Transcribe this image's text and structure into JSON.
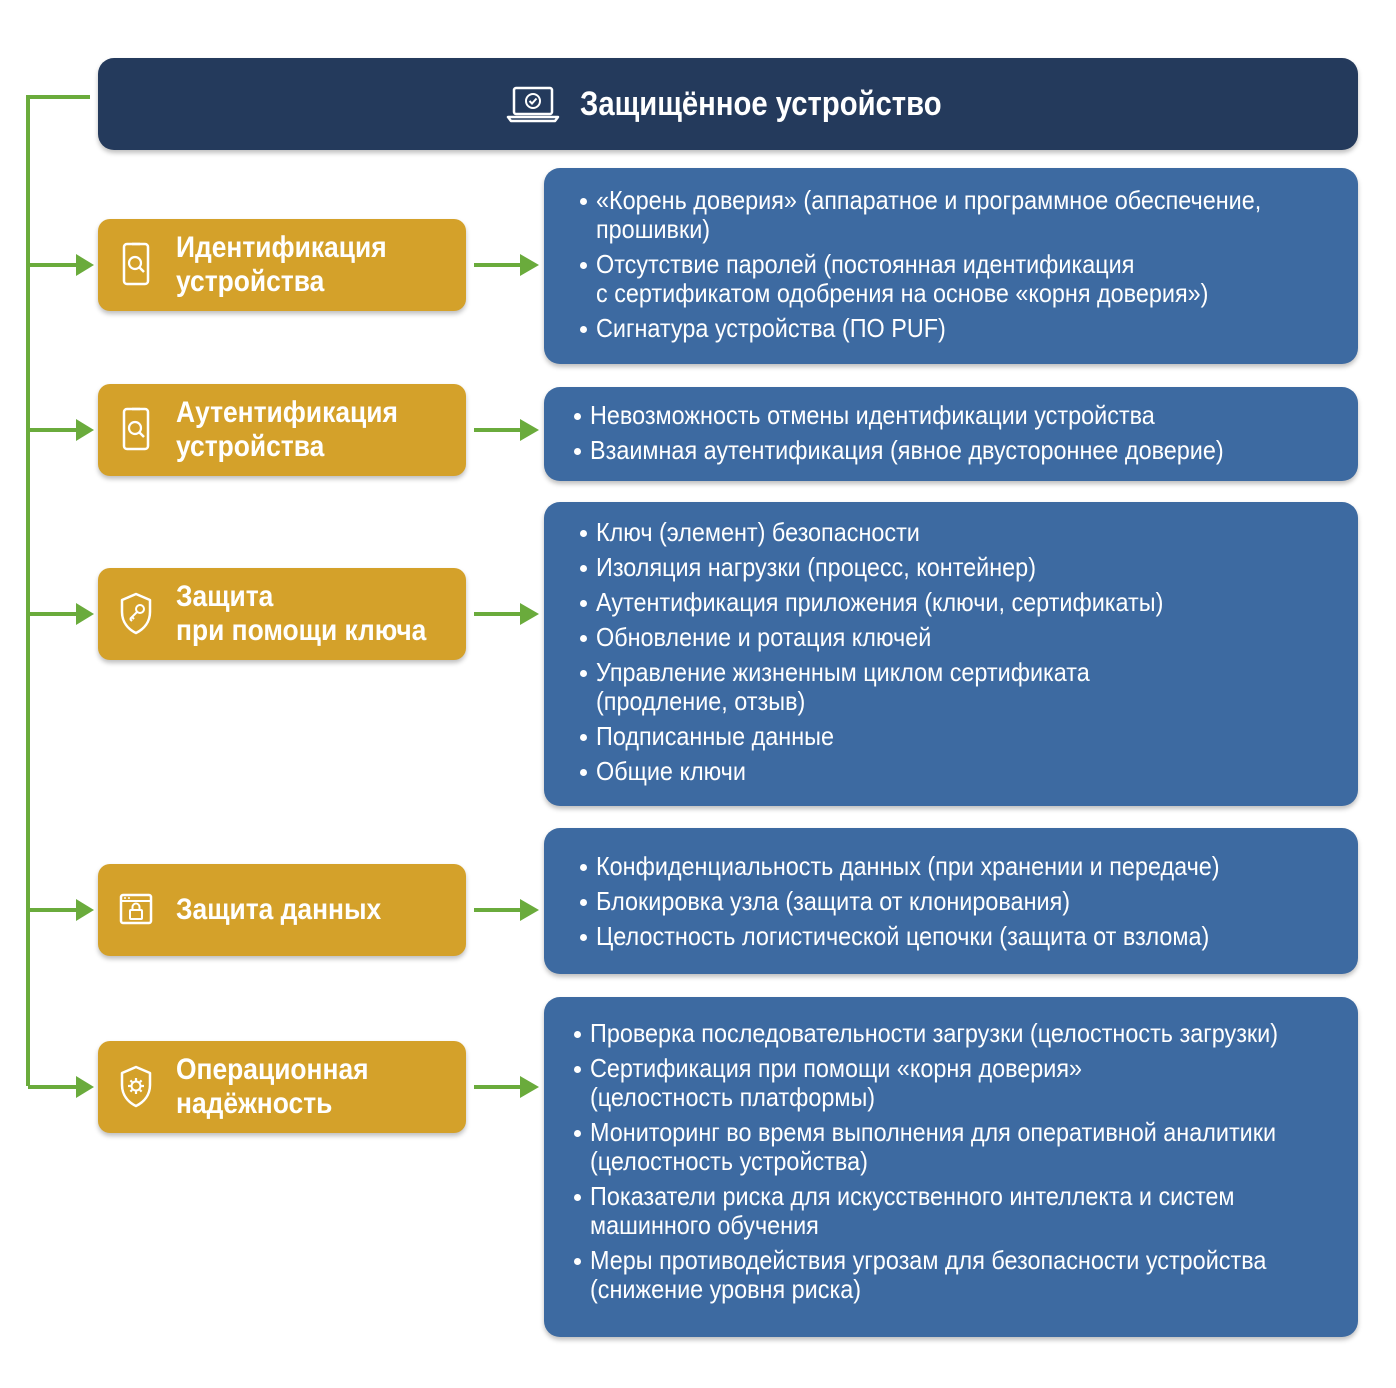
{
  "header": {
    "title": "Защищённое устройство",
    "icon": "laptop-check-icon"
  },
  "colors": {
    "header_bg": "#243a5c",
    "category_bg": "#d4a12a",
    "panel_bg": "#3d6aa1",
    "connector": "#6aab3c"
  },
  "categories": [
    {
      "icon": "phone-search-icon",
      "label_lines": [
        "Идентификация",
        "устройства"
      ],
      "items": [
        [
          "«Корень доверия» (аппаратное и программное обеспечение,",
          "прошивки)"
        ],
        [
          "Отсутствие паролей (постоянная идентификация",
          "с сертификатом одобрения на основе «корня доверия»)"
        ],
        [
          "Сигнатура устройства (ПО PUF)"
        ]
      ]
    },
    {
      "icon": "phone-search-icon",
      "label_lines": [
        "Аутентификация",
        "устройства"
      ],
      "items": [
        [
          "Невозможность отмены идентификации устройства"
        ],
        [
          "Взаимная аутентификация (явное двустороннее доверие)"
        ]
      ]
    },
    {
      "icon": "shield-key-icon",
      "label_lines": [
        "Защита",
        "при помощи ключа"
      ],
      "items": [
        [
          "Ключ (элемент) безопасности"
        ],
        [
          "Изоляция нагрузки (процесс, контейнер)"
        ],
        [
          "Аутентификация приложения (ключи, сертификаты)"
        ],
        [
          "Обновление и ротация ключей"
        ],
        [
          "Управление жизненным циклом сертификата",
          "(продление, отзыв)"
        ],
        [
          "Подписанные данные"
        ],
        [
          "Общие ключи"
        ]
      ]
    },
    {
      "icon": "browser-lock-icon",
      "label_lines": [
        "Защита данных"
      ],
      "items": [
        [
          "Конфиденциальность данных (при хранении и передаче)"
        ],
        [
          "Блокировка узла (защита от клонирования)"
        ],
        [
          "Целостность логистической цепочки (защита от взлома)"
        ]
      ]
    },
    {
      "icon": "shield-gear-icon",
      "label_lines": [
        "Операционная",
        "надёжность"
      ],
      "items": [
        [
          "Проверка последовательности загрузки (целостность загрузки)"
        ],
        [
          "Сертификация при помощи «корня доверия»",
          "(целостность платформы)"
        ],
        [
          "Мониторинг во время выполнения для оперативной аналитики",
          "(целостность устройства)"
        ],
        [
          "Показатели риска для искусственного интеллекта и систем",
          "машинного обучения"
        ],
        [
          "Меры противодействия угрозам для безопасности устройства",
          "(снижение уровня риска)"
        ]
      ]
    }
  ]
}
